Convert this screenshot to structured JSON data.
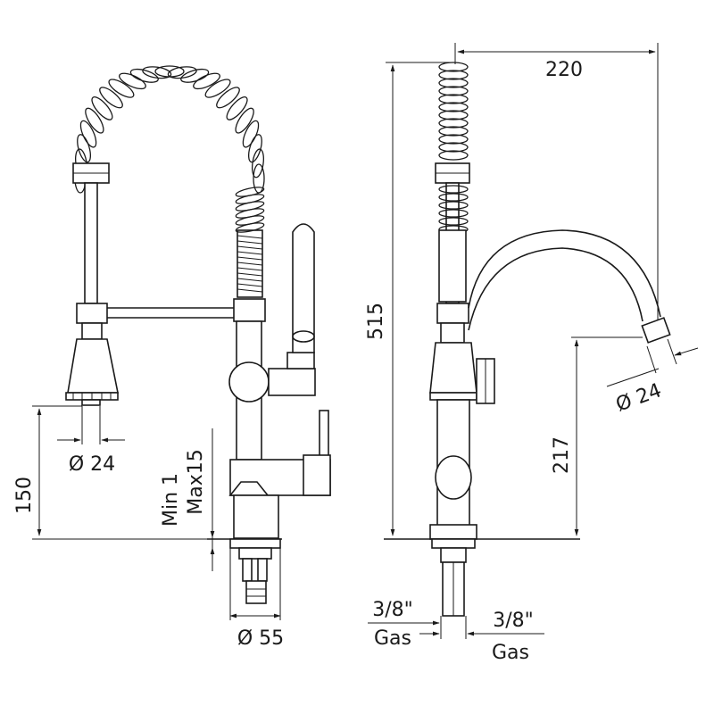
{
  "dimensions": {
    "height_total": "515",
    "reach": "220",
    "spout_height": "217",
    "outlet_height": "150",
    "spray_diameter": "Ø 24",
    "spout_tip_diameter": "Ø 24",
    "base_diameter": "Ø 55",
    "counter_thickness_min": "Min 1",
    "counter_thickness_max": "Max15",
    "connection_left_size": "3/8\"",
    "connection_left_type": "Gas",
    "connection_right_size": "3/8\"",
    "connection_right_type": "Gas"
  }
}
